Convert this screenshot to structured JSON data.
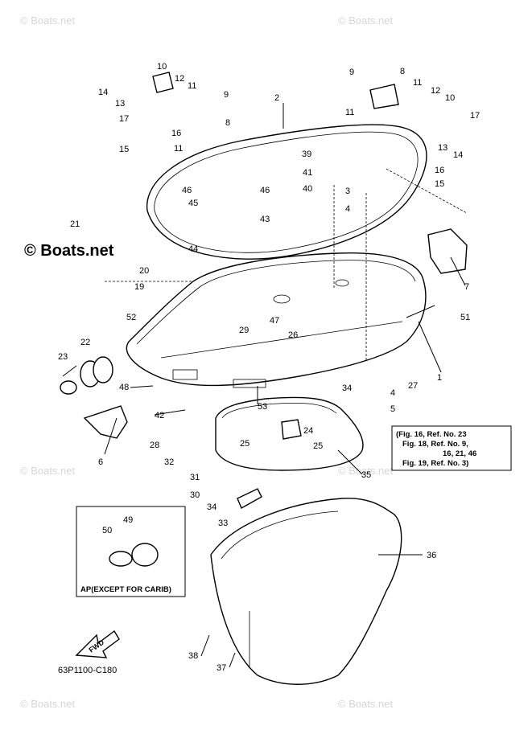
{
  "watermarks": {
    "corner": "© Boats.net",
    "center": "© Boats.net"
  },
  "callouts": [
    "1",
    "2",
    "3",
    "4",
    "5",
    "6",
    "7",
    "8",
    "9",
    "10",
    "11",
    "12",
    "13",
    "14",
    "15",
    "16",
    "17",
    "19",
    "20",
    "21",
    "22",
    "23",
    "24",
    "25",
    "26",
    "27",
    "28",
    "29",
    "30",
    "31",
    "32",
    "33",
    "34",
    "35",
    "36",
    "37",
    "38",
    "39",
    "40",
    "41",
    "42",
    "43",
    "44",
    "45",
    "46",
    "47",
    "48",
    "49",
    "50",
    "51",
    "52",
    "53"
  ],
  "reference_box": {
    "line1": "(Fig. 16, Ref. No. 23",
    "line2": "Fig. 18, Ref. No. 9,",
    "line3": "16, 21, 46",
    "line4": "Fig. 19, Ref. No. 3)"
  },
  "inset_caption": "AP(EXCEPT FOR CARIB)",
  "fwd_label": "FWD",
  "diagram_code": "63P1100-C180"
}
